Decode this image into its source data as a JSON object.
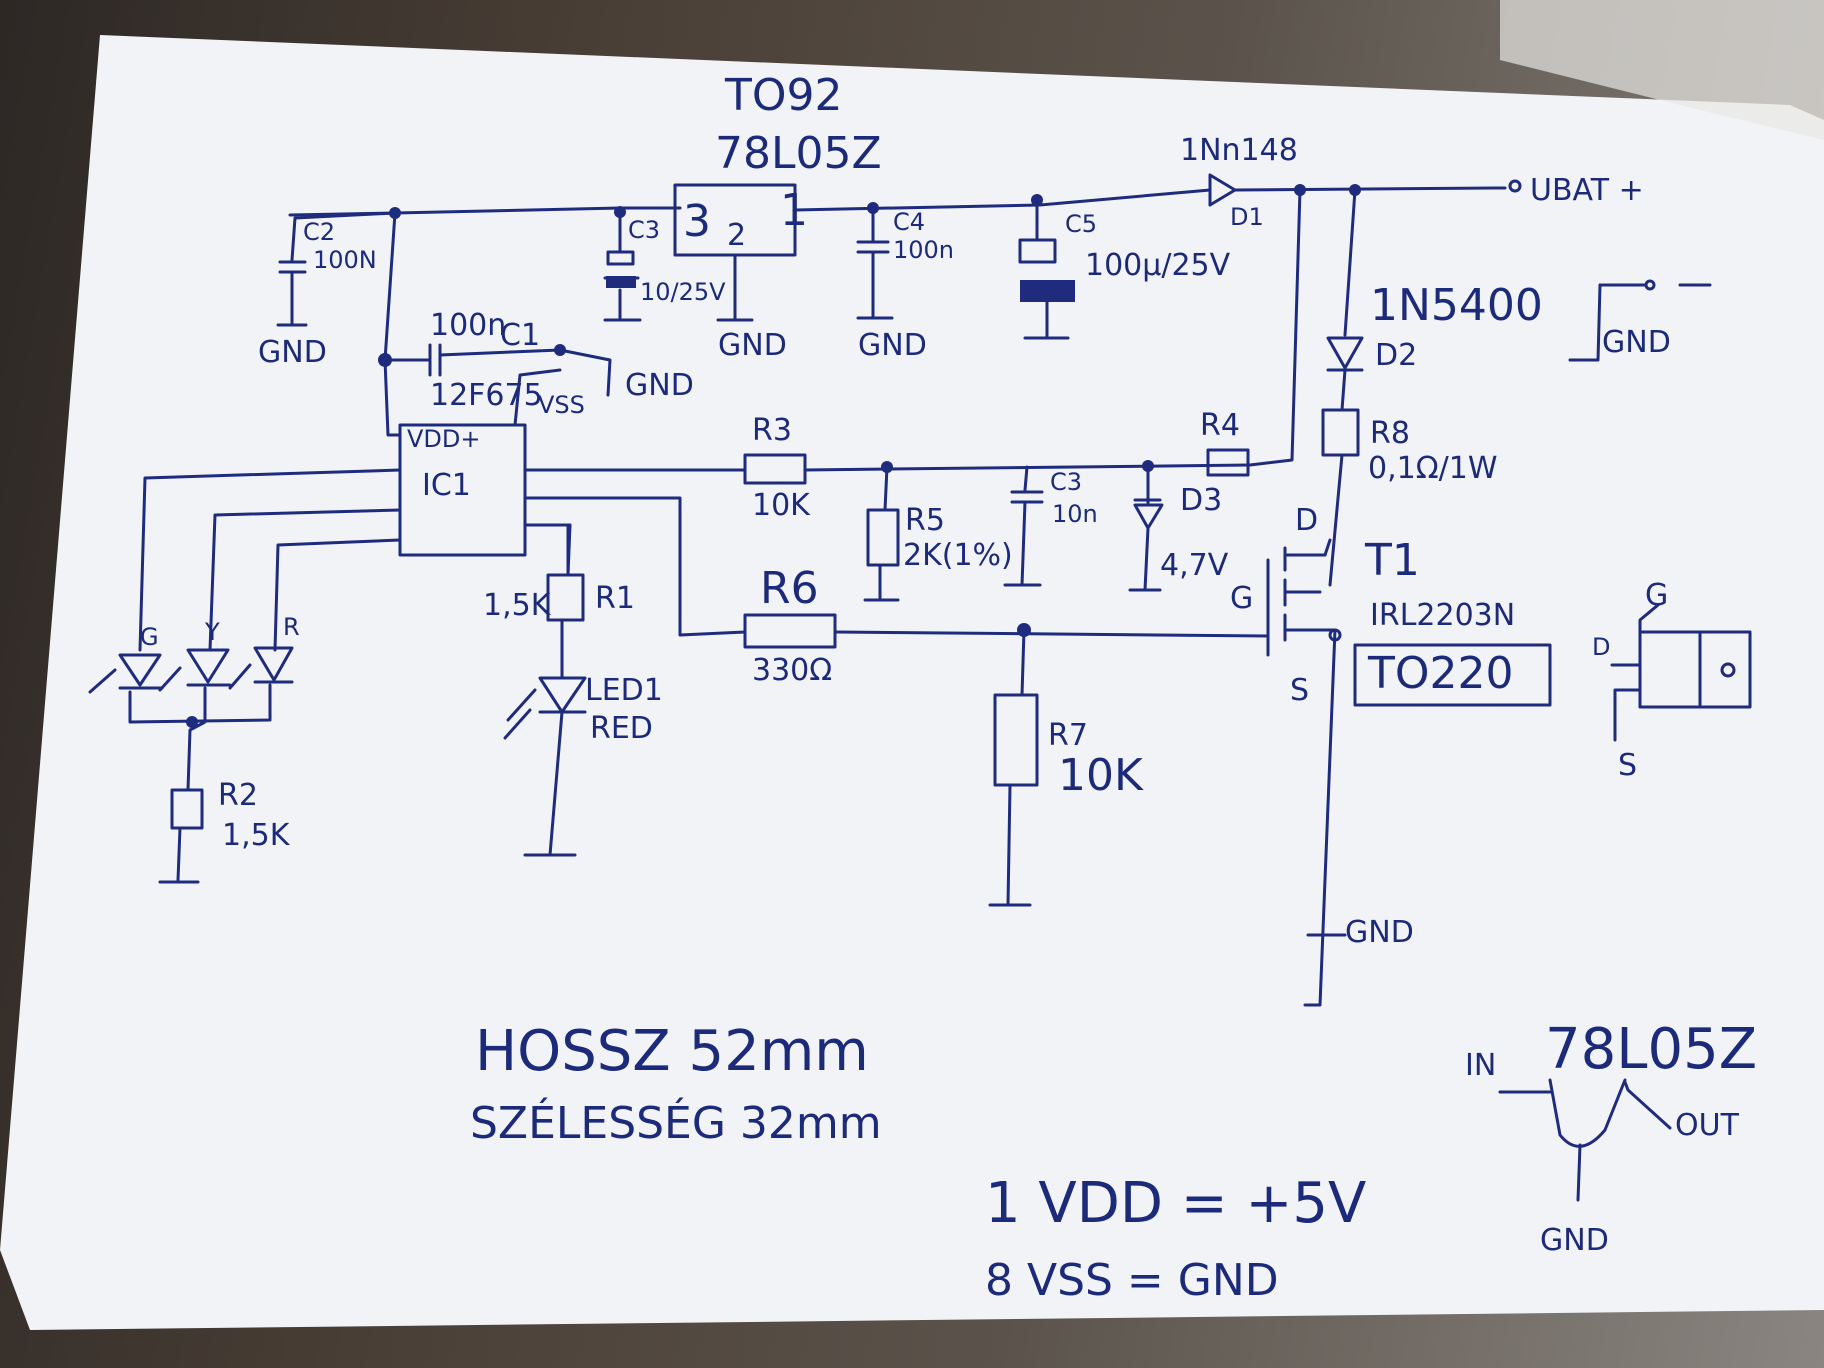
{
  "labels": {
    "package_to92": "TO92",
    "regulator": "78L05Z",
    "regulator_pin_in": "3",
    "regulator_pin_gnd": "2",
    "regulator_pin_out": "1",
    "diode_d1_part": "1Nn148",
    "diode_d1": "D1",
    "vbat": "UBAT +",
    "c2": "C2",
    "c2_value": "100N",
    "c3a": "C3",
    "c3a_value": "10/25V",
    "c4": "C4",
    "c4_value": "100n",
    "c5": "C5",
    "c5_value": "100µ/25V",
    "gnd": "GND",
    "c1_value": "100n",
    "c1": "C1",
    "ic1_part": "12F675",
    "vdd": "VDD+",
    "vss": "VSS",
    "ic1": "IC1",
    "r3": "R3",
    "r3_value": "10K",
    "r4": "R4",
    "r5": "R5",
    "r5_value": "2K(1%)",
    "c3b": "C3",
    "c3b_value": "10n",
    "d3": "D3",
    "d3_value": "4,7V",
    "d2_part": "1N5400",
    "d2": "D2",
    "r8": "R8",
    "r8_value": "0,1Ω/1W",
    "t1": "T1",
    "t1_part": "IRL2203N",
    "package_to220": "TO220",
    "pin_d": "D",
    "pin_g": "G",
    "pin_s": "S",
    "r1": "R1",
    "r1_value": "1,5K",
    "led1": "LED1",
    "led1_color": "RED",
    "r6": "R6",
    "r6_value": "330Ω",
    "r7": "R7",
    "r7_value": "10K",
    "led_g": "G",
    "led_y": "Y",
    "led_r": "R",
    "r2": "R2",
    "r2_value": "1,5K",
    "minus": "-",
    "length_note": "HOSSZ 52mm",
    "width_note": "SZÉLESSÉG 32mm",
    "pin_note_1": "1 VDD = +5V",
    "pin_note_8": "8 VSS = GND",
    "pinout_title": "78L05Z",
    "pinout_in": "IN",
    "pinout_out": "OUT",
    "pinout_gnd": "GND"
  }
}
